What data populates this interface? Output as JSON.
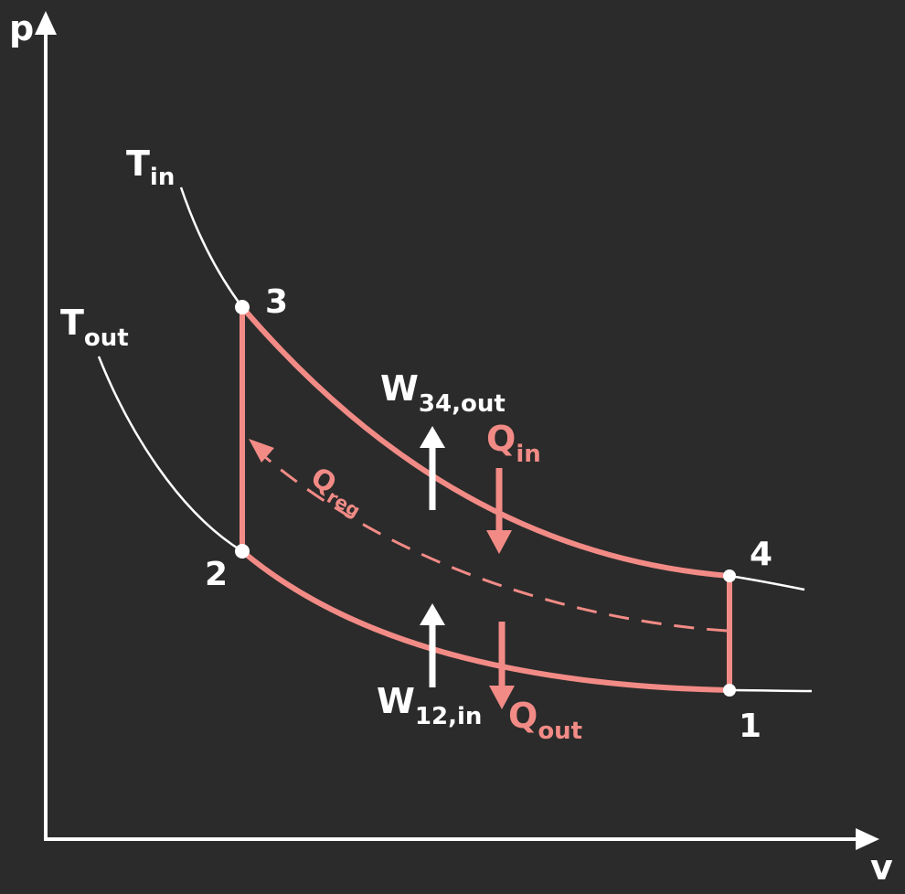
{
  "axes": {
    "y_label": "p",
    "x_label": "v"
  },
  "isotherms": {
    "t_in": {
      "main": "T",
      "sub": "in"
    },
    "t_out": {
      "main": "T",
      "sub": "out"
    }
  },
  "state_points": {
    "p1": "1",
    "p2": "2",
    "p3": "3",
    "p4": "4"
  },
  "work_labels": {
    "w34": {
      "main": "W",
      "sub": "34,out"
    },
    "w12": {
      "main": "W",
      "sub": "12,in"
    }
  },
  "heat_labels": {
    "q_in": {
      "main": "Q",
      "sub": "in"
    },
    "q_out": {
      "main": "Q",
      "sub": "out"
    },
    "q_reg": {
      "main": "Q",
      "sub": "reg"
    }
  },
  "colors": {
    "background": "#2b2b2b",
    "axis": "#ffffff",
    "isotherm": "#ffffff",
    "cycle": "#f28b86",
    "state_point": "#ffffff"
  }
}
